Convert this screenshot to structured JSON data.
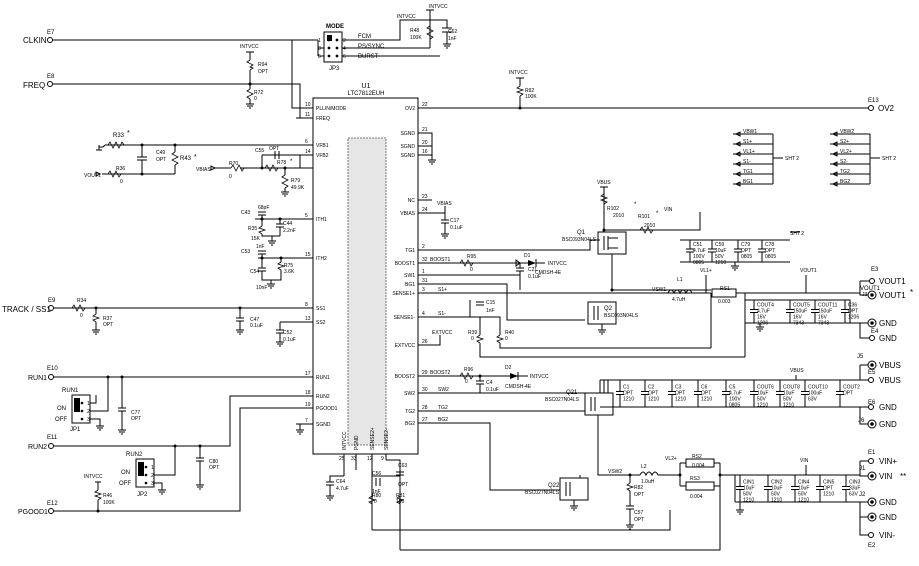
{
  "ic": {
    "ref": "U1",
    "part": "LTC7812EUH",
    "left_pins": [
      {
        "num": "10",
        "name": "PLLIN/MODE"
      },
      {
        "num": "11",
        "name": "FREQ"
      },
      {
        "num": "6",
        "name": "VFB1"
      },
      {
        "num": "14",
        "name": "VFB2"
      },
      {
        "num": "5",
        "name": "ITH1"
      },
      {
        "num": "15",
        "name": "ITH2"
      },
      {
        "num": "8",
        "name": "SS1"
      },
      {
        "num": "13",
        "name": "SS2"
      },
      {
        "num": "17",
        "name": "RUN1"
      },
      {
        "num": "18",
        "name": "RUN2"
      },
      {
        "num": "19",
        "name": "PGOOD1"
      },
      {
        "num": "7",
        "name": "SGND"
      }
    ],
    "right_pins": [
      {
        "num": "22",
        "name": "OV2"
      },
      {
        "num": "21",
        "name": "SGND"
      },
      {
        "num": "20",
        "name": "SGND"
      },
      {
        "num": "16",
        "name": "SGND"
      },
      {
        "num": "23",
        "name": "NC"
      },
      {
        "num": "24",
        "name": "VBIAS"
      },
      {
        "num": "2",
        "name": "TG1"
      },
      {
        "num": "32",
        "name": "BOOST1"
      },
      {
        "num": "1",
        "name": "SW1"
      },
      {
        "num": "31",
        "name": "BG1"
      },
      {
        "num": "3",
        "name": "SENSE1+"
      },
      {
        "num": "4",
        "name": "SENSE1-"
      },
      {
        "num": "26",
        "name": "EXTVCC"
      },
      {
        "num": "29",
        "name": "BOOST2"
      },
      {
        "num": "30",
        "name": "SW2"
      },
      {
        "num": "28",
        "name": "TG2"
      },
      {
        "num": "27",
        "name": "BG2"
      }
    ],
    "bottom_pins": [
      {
        "num": "25",
        "name": "INTVCC"
      },
      {
        "num": "33",
        "name": "PGND"
      },
      {
        "num": "12",
        "name": "SENSE2+"
      },
      {
        "num": "9",
        "name": "SENSE2-"
      }
    ]
  },
  "terminals": [
    {
      "ref": "E7",
      "label": "CLKIN"
    },
    {
      "ref": "E8",
      "label": "FREQ"
    },
    {
      "ref": "E9",
      "label": "TRACK / SS1"
    },
    {
      "ref": "E10",
      "label": "RUN1"
    },
    {
      "ref": "E11",
      "label": "RUN2"
    },
    {
      "ref": "E12",
      "label": "PGOOD1"
    },
    {
      "ref": "E13",
      "label": "OV2"
    },
    {
      "ref": "E3",
      "label": "VOUT1"
    },
    {
      "ref": "E4",
      "label": "GND"
    },
    {
      "ref": "E5",
      "label": "VBUS"
    },
    {
      "ref": "E6",
      "label": "GND"
    },
    {
      "ref": "E1",
      "label": "VIN+"
    },
    {
      "ref": "E2",
      "label": "VIN-"
    }
  ],
  "connectors": {
    "J3": {
      "labels": [
        "VOUT1",
        "GND"
      ],
      "mark": "*"
    },
    "J5": {
      "labels": [
        "VBUS"
      ]
    },
    "J6": {
      "labels": [
        "GND"
      ]
    },
    "J1": {
      "labels": [
        "VIN",
        "GND"
      ],
      "mark": "**"
    },
    "J2": {
      "labels": [
        "GND"
      ]
    },
    "J4": {
      "labels": [
        "GND"
      ]
    }
  },
  "mode_switch": {
    "title": "MODE",
    "ref": "JP3",
    "options": [
      "FCM",
      "PS/SYNC",
      "BURST"
    ],
    "pins": [
      "1",
      "2",
      "3",
      "4",
      "5",
      "6"
    ]
  },
  "jumpers": [
    {
      "ref": "JP1",
      "name": "RUN1",
      "on": "ON",
      "off": "OFF",
      "pins": [
        "1",
        "2",
        "3"
      ]
    },
    {
      "ref": "JP2",
      "name": "RUN2",
      "on": "ON",
      "off": "OFF",
      "pins": [
        "1",
        "2",
        "3"
      ]
    }
  ],
  "rails": {
    "intvcc": "INTVCC",
    "vbias": "VBIAS",
    "vbus": "VBUS",
    "vin": "VIN",
    "vl1": "VL1+",
    "vl2": "VL2+",
    "vsw1": "VSW1",
    "vsw2": "VSW2",
    "vout1": "VOUT1",
    "extvcc": "EXTVCC"
  },
  "nets": {
    "boost1": "BOOST1",
    "boost2": "BOOST2",
    "s1p": "S1+",
    "s1m": "S1-",
    "tg2": "TG2",
    "bg2": "BG2",
    "sw2": "SW2",
    "tg1": "TG1",
    "bg1": "BG1",
    "sw1": "SW1"
  },
  "components": {
    "R48": {
      "ref": "R48",
      "value": "100K"
    },
    "C62": {
      "ref": "C62",
      "value": "1nF"
    },
    "R94": {
      "ref": "R94",
      "value": "OPT"
    },
    "R72": {
      "ref": "R72",
      "value": "0"
    },
    "R33": {
      "ref": "R33",
      "mark": "*"
    },
    "C49": {
      "ref": "C49",
      "value": "OPT"
    },
    "R43": {
      "ref": "R43",
      "mark": "*"
    },
    "R36": {
      "ref": "R36",
      "value": "0"
    },
    "C55": {
      "ref": "C55",
      "value": "OPT"
    },
    "R70": {
      "ref": "R70",
      "value": "0"
    },
    "R78": {
      "ref": "R78",
      "mark": "*"
    },
    "R79": {
      "ref": "R79",
      "value": "49.9K"
    },
    "C43": {
      "ref": "C43",
      "value": "68pF"
    },
    "C44": {
      "ref": "C44",
      "value": "2.2nF"
    },
    "R35": {
      "ref": "R35",
      "value": "15K"
    },
    "C53": {
      "ref": "C53",
      "value": "1nF"
    },
    "C54": {
      "ref": "C54",
      "value": "10nF"
    },
    "R75": {
      "ref": "R75",
      "value": "3.6K"
    },
    "R34": {
      "ref": "R34",
      "value": "0"
    },
    "R37": {
      "ref": "R37",
      "value": "OPT"
    },
    "C47": {
      "ref": "C47",
      "value": "0.1uF"
    },
    "C52": {
      "ref": "C52",
      "value": "0.1uF"
    },
    "C77": {
      "ref": "C77",
      "value": "OPT"
    },
    "C80": {
      "ref": "C80",
      "value": "OPT"
    },
    "R46": {
      "ref": "R46",
      "value": "100K"
    },
    "R92": {
      "ref": "R92",
      "value": "100K"
    },
    "C17": {
      "ref": "C17",
      "value": "0.1uF"
    },
    "R102": {
      "ref": "R102",
      "value": "2010",
      "mark": "*"
    },
    "R101": {
      "ref": "R101",
      "value": "2010",
      "mark": "*"
    },
    "Q1": {
      "ref": "Q1",
      "value": "BSC093N04LS"
    },
    "Q2": {
      "ref": "Q2",
      "value": "BSC093N04LS"
    },
    "Q21": {
      "ref": "Q21",
      "value": "BSC027N04LS"
    },
    "Q22": {
      "ref": "Q22",
      "value": "BSC027N04LS"
    },
    "R95": {
      "ref": "R95",
      "value": "0"
    },
    "D1": {
      "ref": "D1",
      "value": "CMDSH-4E"
    },
    "C21": {
      "ref": "C21",
      "value": "0.1uF"
    },
    "D2": {
      "ref": "D2",
      "value": "CMDSH-4E"
    },
    "R96": {
      "ref": "R96",
      "value": "0"
    },
    "C4": {
      "ref": "C4",
      "value": "0.1uF"
    },
    "C15": {
      "ref": "C15",
      "value": "1nF"
    },
    "R39": {
      "ref": "R39",
      "value": "0"
    },
    "R40": {
      "ref": "R40",
      "value": "0"
    },
    "C51": {
      "ref": "C51",
      "value": "4.7uF",
      "v": "100V",
      "pkg": "0805"
    },
    "C59": {
      "ref": "C59",
      "value": "10uF",
      "v": "50V",
      "pkg": "1210"
    },
    "C79": {
      "ref": "C79",
      "value": "OPT",
      "pkg": "0805"
    },
    "C78": {
      "ref": "C78",
      "value": "OPT",
      "pkg": "0805"
    },
    "L1": {
      "ref": "L1",
      "value": "4.7uH"
    },
    "RS1": {
      "ref": "RS1",
      "value": "0.003"
    },
    "COUT4": {
      "ref": "COUT4",
      "value": "4.7uF",
      "v": "16V",
      "pkg": "1206"
    },
    "COUT5": {
      "ref": "COUT5",
      "value": "150uF",
      "v": "16V",
      "pkg": "7343"
    },
    "COUT11": {
      "ref": "COUT11",
      "value": "150uF",
      "v": "16V",
      "pkg": "7343"
    },
    "C36": {
      "ref": "C36",
      "value": "OPT",
      "pkg": "1206"
    },
    "C1": {
      "ref": "C1",
      "value": "OPT",
      "pkg": "1210"
    },
    "C2": {
      "ref": "C2",
      "value": "OPT",
      "pkg": "1210"
    },
    "C3": {
      "ref": "C3",
      "value": "OPT",
      "pkg": "1210"
    },
    "C6": {
      "ref": "C6",
      "value": "OPT",
      "pkg": "1210"
    },
    "C5": {
      "ref": "C5",
      "value": "4.7uF",
      "v": "100V",
      "pkg": "0805"
    },
    "COUT6": {
      "ref": "COUT6",
      "value": "10uF",
      "v": "50V",
      "pkg": "1210"
    },
    "COUT8": {
      "ref": "COUT8",
      "value": "10uF",
      "v": "50V",
      "pkg": "1210"
    },
    "COUT10": {
      "ref": "COUT10",
      "value": "100uF",
      "v": "63V"
    },
    "COUT2": {
      "ref": "COUT2",
      "value": "OPT"
    },
    "C56": {
      "ref": "C56",
      "value": "1nF"
    },
    "C63": {
      "ref": "C63",
      "value": "OPT"
    },
    "C64": {
      "ref": "C64",
      "value": "4.7uF"
    },
    "R80": {
      "ref": "R80",
      "value": "0"
    },
    "R81": {
      "ref": "R81",
      "value": "100"
    },
    "L2": {
      "ref": "L2",
      "value": "1.0uH"
    },
    "RS2": {
      "ref": "RS2",
      "value": "0.004"
    },
    "RS3": {
      "ref": "RS3",
      "value": "0.004"
    },
    "R82": {
      "ref": "R82",
      "value": "OPT"
    },
    "C57": {
      "ref": "C57",
      "value": "OPT"
    },
    "CIN1": {
      "ref": "CIN1",
      "value": "10uF",
      "v": "50V",
      "pkg": "1210"
    },
    "CIN2": {
      "ref": "CIN2",
      "value": "10uF",
      "v": "50V",
      "pkg": "1210"
    },
    "CIN4": {
      "ref": "CIN4",
      "value": "10uF",
      "v": "50V",
      "pkg": "1210"
    },
    "CIN5": {
      "ref": "CIN5",
      "value": "OPT",
      "pkg": "1210"
    },
    "CIN3": {
      "ref": "CIN3",
      "value": "33uF",
      "v": "63V"
    }
  },
  "sheet_refs": {
    "sheet1": {
      "nets": [
        "VBW1",
        "S1+",
        "VL1+",
        "S1-",
        "TG1",
        "BG1"
      ],
      "label": "SHT 2"
    },
    "sheet2": {
      "nets": [
        "VBW2",
        "S2+",
        "VL2+",
        "S2-",
        "TG2",
        "BG2"
      ],
      "label": "SHT 2"
    },
    "vsw_ref": {
      "net": "VSW1",
      "label": "SHT 2"
    }
  }
}
